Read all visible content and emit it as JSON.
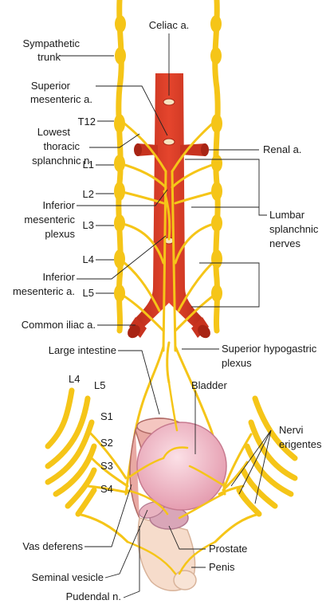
{
  "labels": {
    "celiac": "Celiac a.",
    "sympathetic_trunk_1": "Sympathetic",
    "sympathetic_trunk_2": "trunk",
    "superior_mesenteric_1": "Superior",
    "superior_mesenteric_2": "mesenteric a.",
    "t12": "T12",
    "lowest_thoracic_1": "Lowest",
    "lowest_thoracic_2": "thoracic",
    "lowest_thoracic_3": "splanchnic n.",
    "renal": "Renal a.",
    "l1": "L1",
    "l2": "L2",
    "inferior_mesenteric_plexus_1": "Inferior",
    "inferior_mesenteric_plexus_2": "mesenteric",
    "inferior_mesenteric_plexus_3": "plexus",
    "l3": "L3",
    "lumbar_splanchnic_1": "Lumbar",
    "lumbar_splanchnic_2": "splanchnic",
    "lumbar_splanchnic_3": "nerves",
    "l4": "L4",
    "inferior_mesenteric_a_1": "Inferior",
    "inferior_mesenteric_a_2": "mesenteric a.",
    "l5": "L5",
    "common_iliac": "Common iliac a.",
    "large_intestine": "Large intestine",
    "superior_hypogastric_1": "Superior hypogastric",
    "superior_hypogastric_2": "plexus",
    "l4_sacral": "L4",
    "l5_sacral": "L5",
    "bladder": "Bladder",
    "s1": "S1",
    "s2": "S2",
    "s3": "S3",
    "s4": "S4",
    "nervi_erigentes_1": "Nervi",
    "nervi_erigentes_2": "erigentes",
    "vas_deferens": "Vas deferens",
    "prostate": "Prostate",
    "penis": "Penis",
    "seminal_vesicle": "Seminal vesicle",
    "pudendal": "Pudendal n."
  },
  "colors": {
    "nerve": "#f5c518",
    "nerve_outline": "#d9a400",
    "aorta": "#d93a26",
    "aorta_dark": "#a82414",
    "bladder": "#f0b9c4",
    "bladder_dark": "#d88aa0",
    "intestine": "#e9a9a3",
    "penis": "#f6dccb",
    "prostate": "#d9a6b8",
    "leader": "#222222"
  }
}
